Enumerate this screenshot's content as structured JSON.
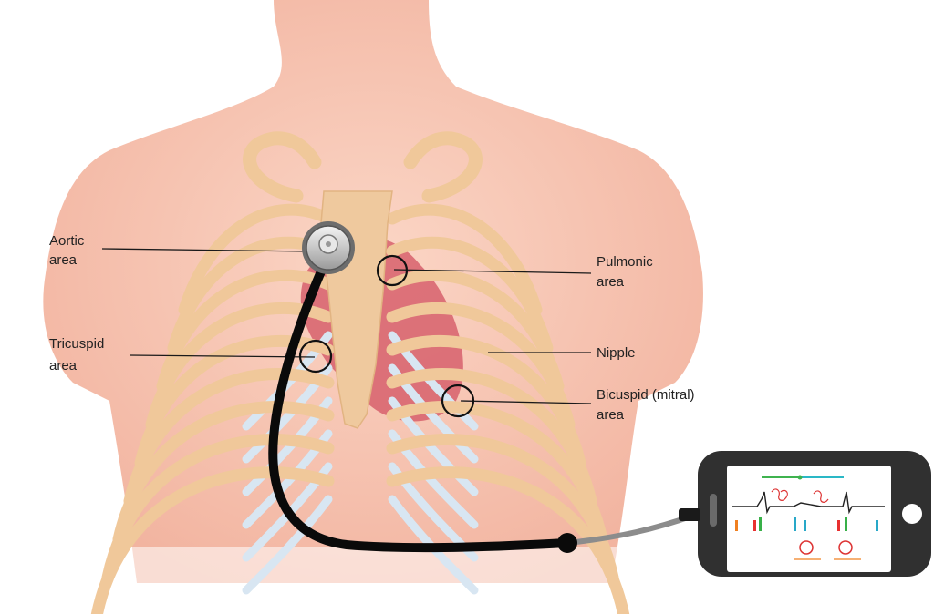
{
  "labels": {
    "aortic_line1": "Aortic",
    "aortic_line2": "area",
    "pulmonic_line1": "Pulmonic",
    "pulmonic_line2": "area",
    "tricuspid_line1": "Tricuspid",
    "tricuspid_line2": "area",
    "nipple": "Nipple",
    "bicuspid_line1": "Bicuspid (mitral)",
    "bicuspid_line2": "area"
  },
  "colors": {
    "skin": "#f6c4b2",
    "rib": "#f0c89a",
    "cartilage": "#d8e6f2",
    "sternum": "#efc99e",
    "heart": "#d7606c",
    "phone_body": "#303030",
    "cable": "#0a0a0a"
  }
}
